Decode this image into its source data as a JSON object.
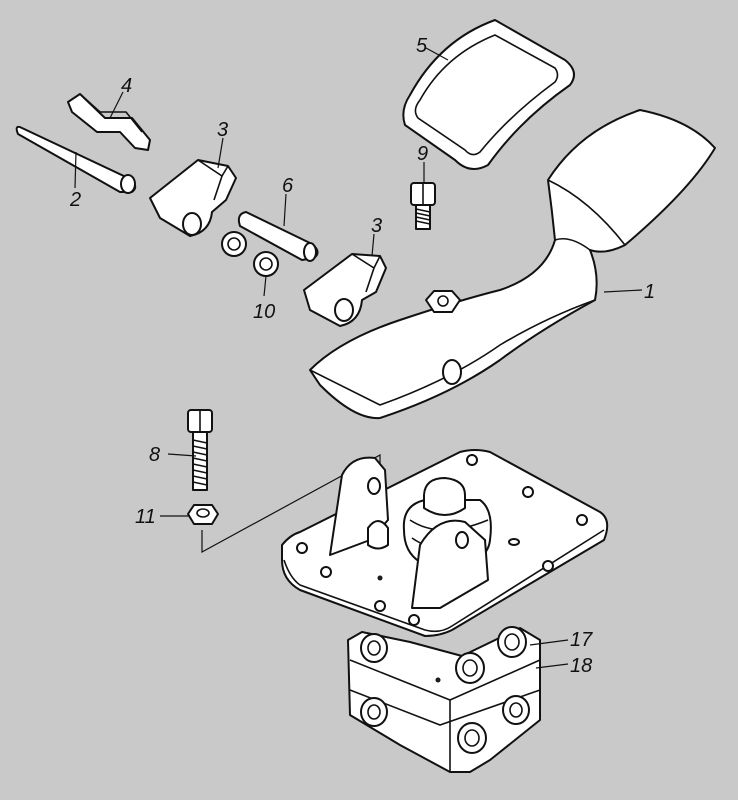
{
  "callouts": {
    "c1": "1",
    "c2": "2",
    "c3a": "3",
    "c3b": "3",
    "c4": "4",
    "c5": "5",
    "c6": "6",
    "c8": "8",
    "c9": "9",
    "c10": "10",
    "c11": "11",
    "c17": "17",
    "c18": "18"
  }
}
